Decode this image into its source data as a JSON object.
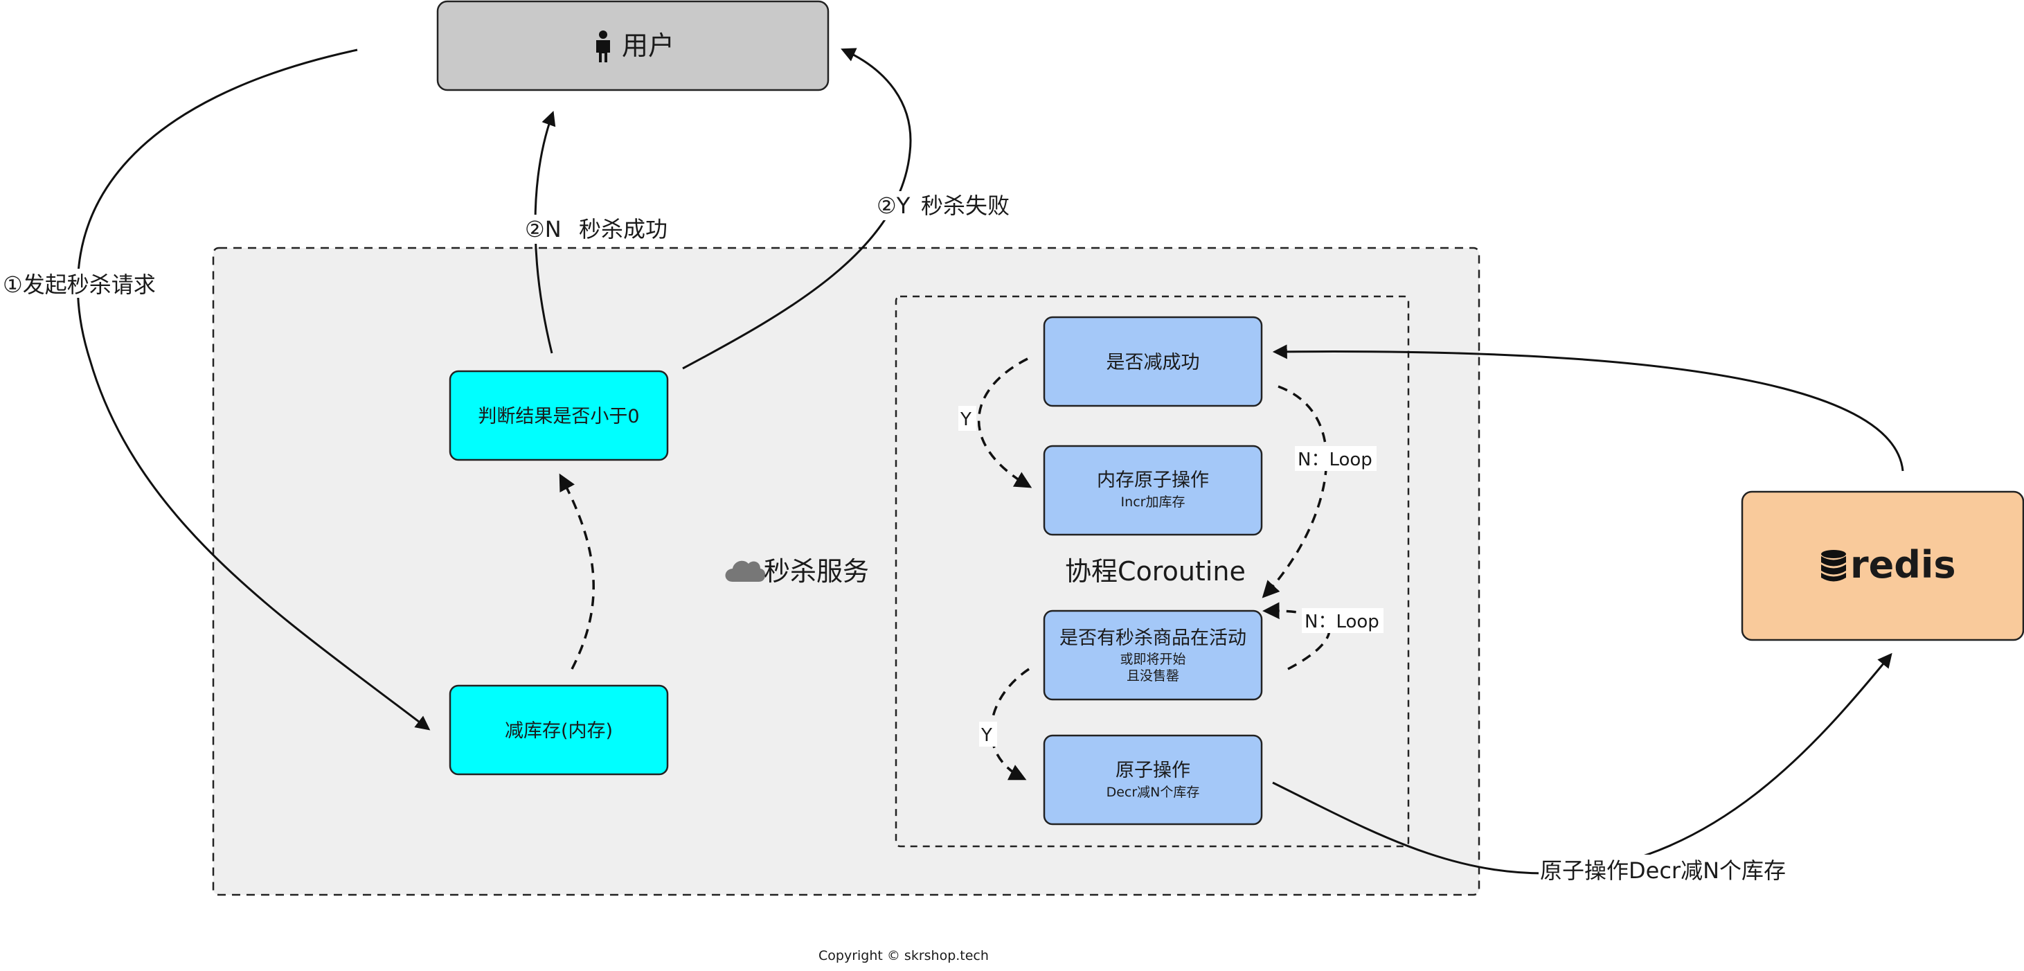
{
  "colors": {
    "user_box": "#c9c9c9",
    "cyan_box": "#00ffff",
    "blue_box": "#a4c8f8",
    "redis_box": "#f9ca9b",
    "service_bg": "#efefef",
    "success_green": "#5b9a3c",
    "fail_red": "#d9534f",
    "coroutine_blue": "#8fb7ee",
    "service_gray": "#777777"
  },
  "nodes": {
    "user": {
      "icon": "person-icon",
      "label": "用户"
    },
    "check_result": {
      "label": "判断结果是否小于0"
    },
    "decr_mem": {
      "label": "减库存(内存)"
    },
    "is_decr_ok": {
      "label": "是否减成功"
    },
    "mem_atomic": {
      "label": "内存原子操作",
      "sub": "Incr加库存"
    },
    "has_active": {
      "label": "是否有秒杀商品在活动",
      "sub1": "或即将开始",
      "sub2": "且没售罄"
    },
    "atomic_op": {
      "label": "原子操作",
      "sub": "Decr减N个库存"
    },
    "redis": {
      "icon": "database-icon",
      "label": "redis"
    }
  },
  "groups": {
    "service": {
      "icon": "cloud-icon",
      "label": "秒杀服务"
    },
    "coroutine": {
      "label": "协程Coroutine"
    }
  },
  "edge_labels": {
    "start_request": "①发起秒杀请求",
    "n_success_mark": "②N",
    "n_success_text": "秒杀成功",
    "y_fail_mark": "②Y",
    "y_fail_text": "秒杀失败",
    "y_top": "Y",
    "y_bottom": "Y",
    "n_loop_top": "N：Loop",
    "n_loop_bottom": "N：Loop",
    "redis_decr": "原子操作Decr减N个库存"
  },
  "footer": {
    "copyright": "Copyright © skrshop.tech"
  }
}
